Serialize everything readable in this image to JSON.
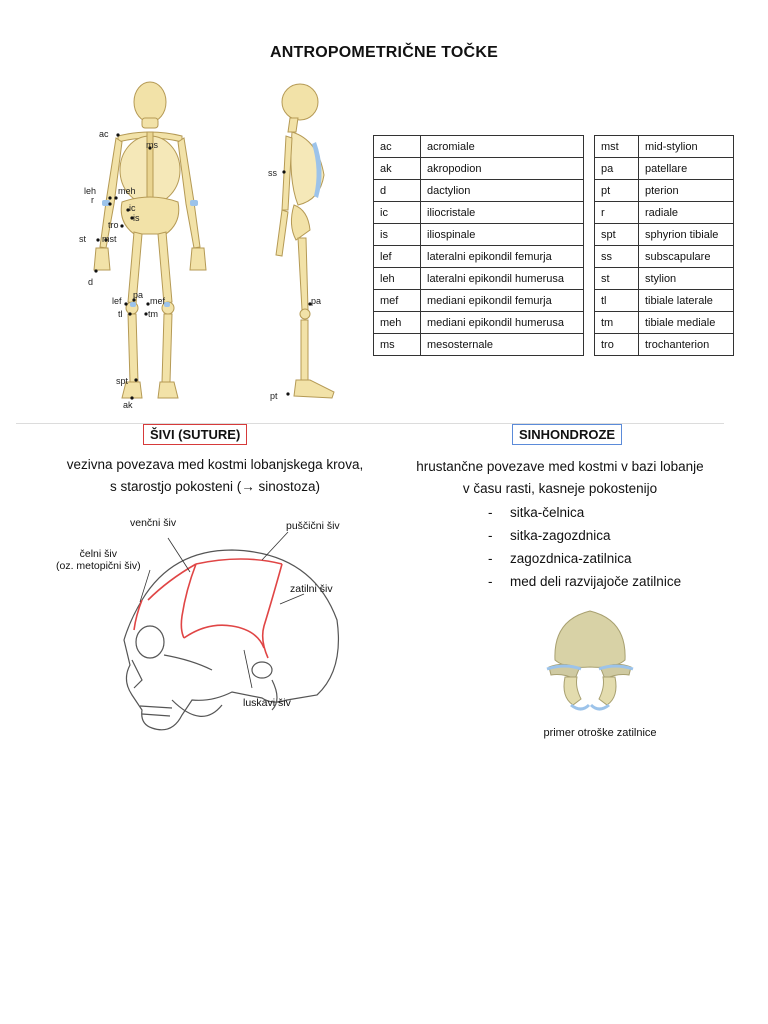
{
  "title": "ANTROPOMETRIČNE TOČKE",
  "figure_labels": {
    "ac": "ac",
    "ms": "ms",
    "leh": "leh",
    "meh": "meh",
    "r": "r",
    "ic": "ic",
    "is": "is",
    "tro": "tro",
    "st": "st",
    "mst": "mst",
    "d": "d",
    "lef": "lef",
    "pa": "pa",
    "mef": "mef",
    "tl": "tl",
    "tm": "tm",
    "spt": "spt",
    "ak": "ak",
    "ss": "ss",
    "pa_side": "pa",
    "pt": "pt"
  },
  "table_left": [
    {
      "abbr": "ac",
      "name": "acromiale"
    },
    {
      "abbr": "ak",
      "name": "akropodion"
    },
    {
      "abbr": "d",
      "name": "dactylion"
    },
    {
      "abbr": "ic",
      "name": "iliocristale"
    },
    {
      "abbr": "is",
      "name": "iliospinale"
    },
    {
      "abbr": "lef",
      "name": "lateralni epikondil femurja"
    },
    {
      "abbr": "leh",
      "name": "lateralni epikondil humerusa"
    },
    {
      "abbr": "mef",
      "name": "mediani epikondil femurja"
    },
    {
      "abbr": "meh",
      "name": "mediani epikondil humerusa"
    },
    {
      "abbr": "ms",
      "name": "mesosternale"
    }
  ],
  "table_right": [
    {
      "abbr": "mst",
      "name": "mid-stylion"
    },
    {
      "abbr": "pa",
      "name": "patellare"
    },
    {
      "abbr": "pt",
      "name": "pterion"
    },
    {
      "abbr": "r",
      "name": "radiale"
    },
    {
      "abbr": "spt",
      "name": "sphyrion tibiale"
    },
    {
      "abbr": "ss",
      "name": "subscapulare"
    },
    {
      "abbr": "st",
      "name": "stylion"
    },
    {
      "abbr": "tl",
      "name": "tibiale laterale"
    },
    {
      "abbr": "tm",
      "name": "tibiale mediale"
    },
    {
      "abbr": "tro",
      "name": "trochanterion"
    }
  ],
  "sutures": {
    "title": "ŠIVI (SUTURE)",
    "line1": "vezivna povezava med kostmi lobanjskega krova,",
    "line2": "s starostjo pokosteni (→ sinostoza)",
    "labels": {
      "coronal": "venčni šiv",
      "sagittal": "puščični šiv",
      "frontal_1": "čelni šiv",
      "frontal_2": "(oz. metopični šiv)",
      "lambdoid": "zatilni šiv",
      "squamous": "luskavi šiv"
    }
  },
  "synchondroses": {
    "title": "SINHONDROZE",
    "line1": "hrustančne povezave med kostmi v bazi lobanje",
    "line2": "v času rasti, kasneje pokostenijo",
    "items": [
      "sitka-čelnica",
      "sitka-zagozdnica",
      "zagozdnica-zatilnica",
      "med deli razvijajoče zatilnice"
    ],
    "bullet": "-",
    "caption": "primer otroške zatilnice"
  }
}
